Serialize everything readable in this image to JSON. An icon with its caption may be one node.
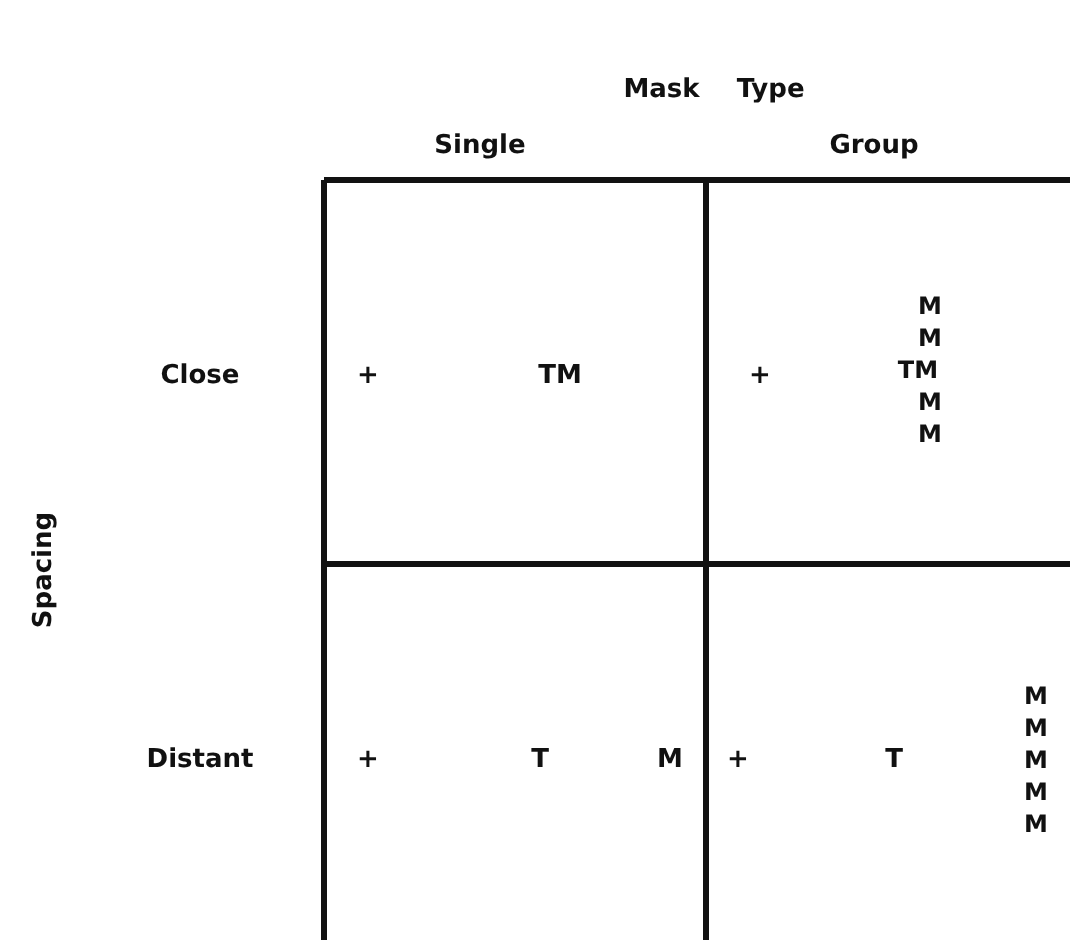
{
  "diagram": {
    "labels": [
      "Mask Type",
      "Single",
      "Group",
      "Spacing",
      "Close",
      "+",
      "TM",
      "+",
      "M",
      "M",
      "TM",
      "M",
      "M",
      "Distant",
      "+",
      "T",
      "M",
      "+",
      "T",
      "M",
      "M",
      "M",
      "M",
      "M"
    ]
  }
}
